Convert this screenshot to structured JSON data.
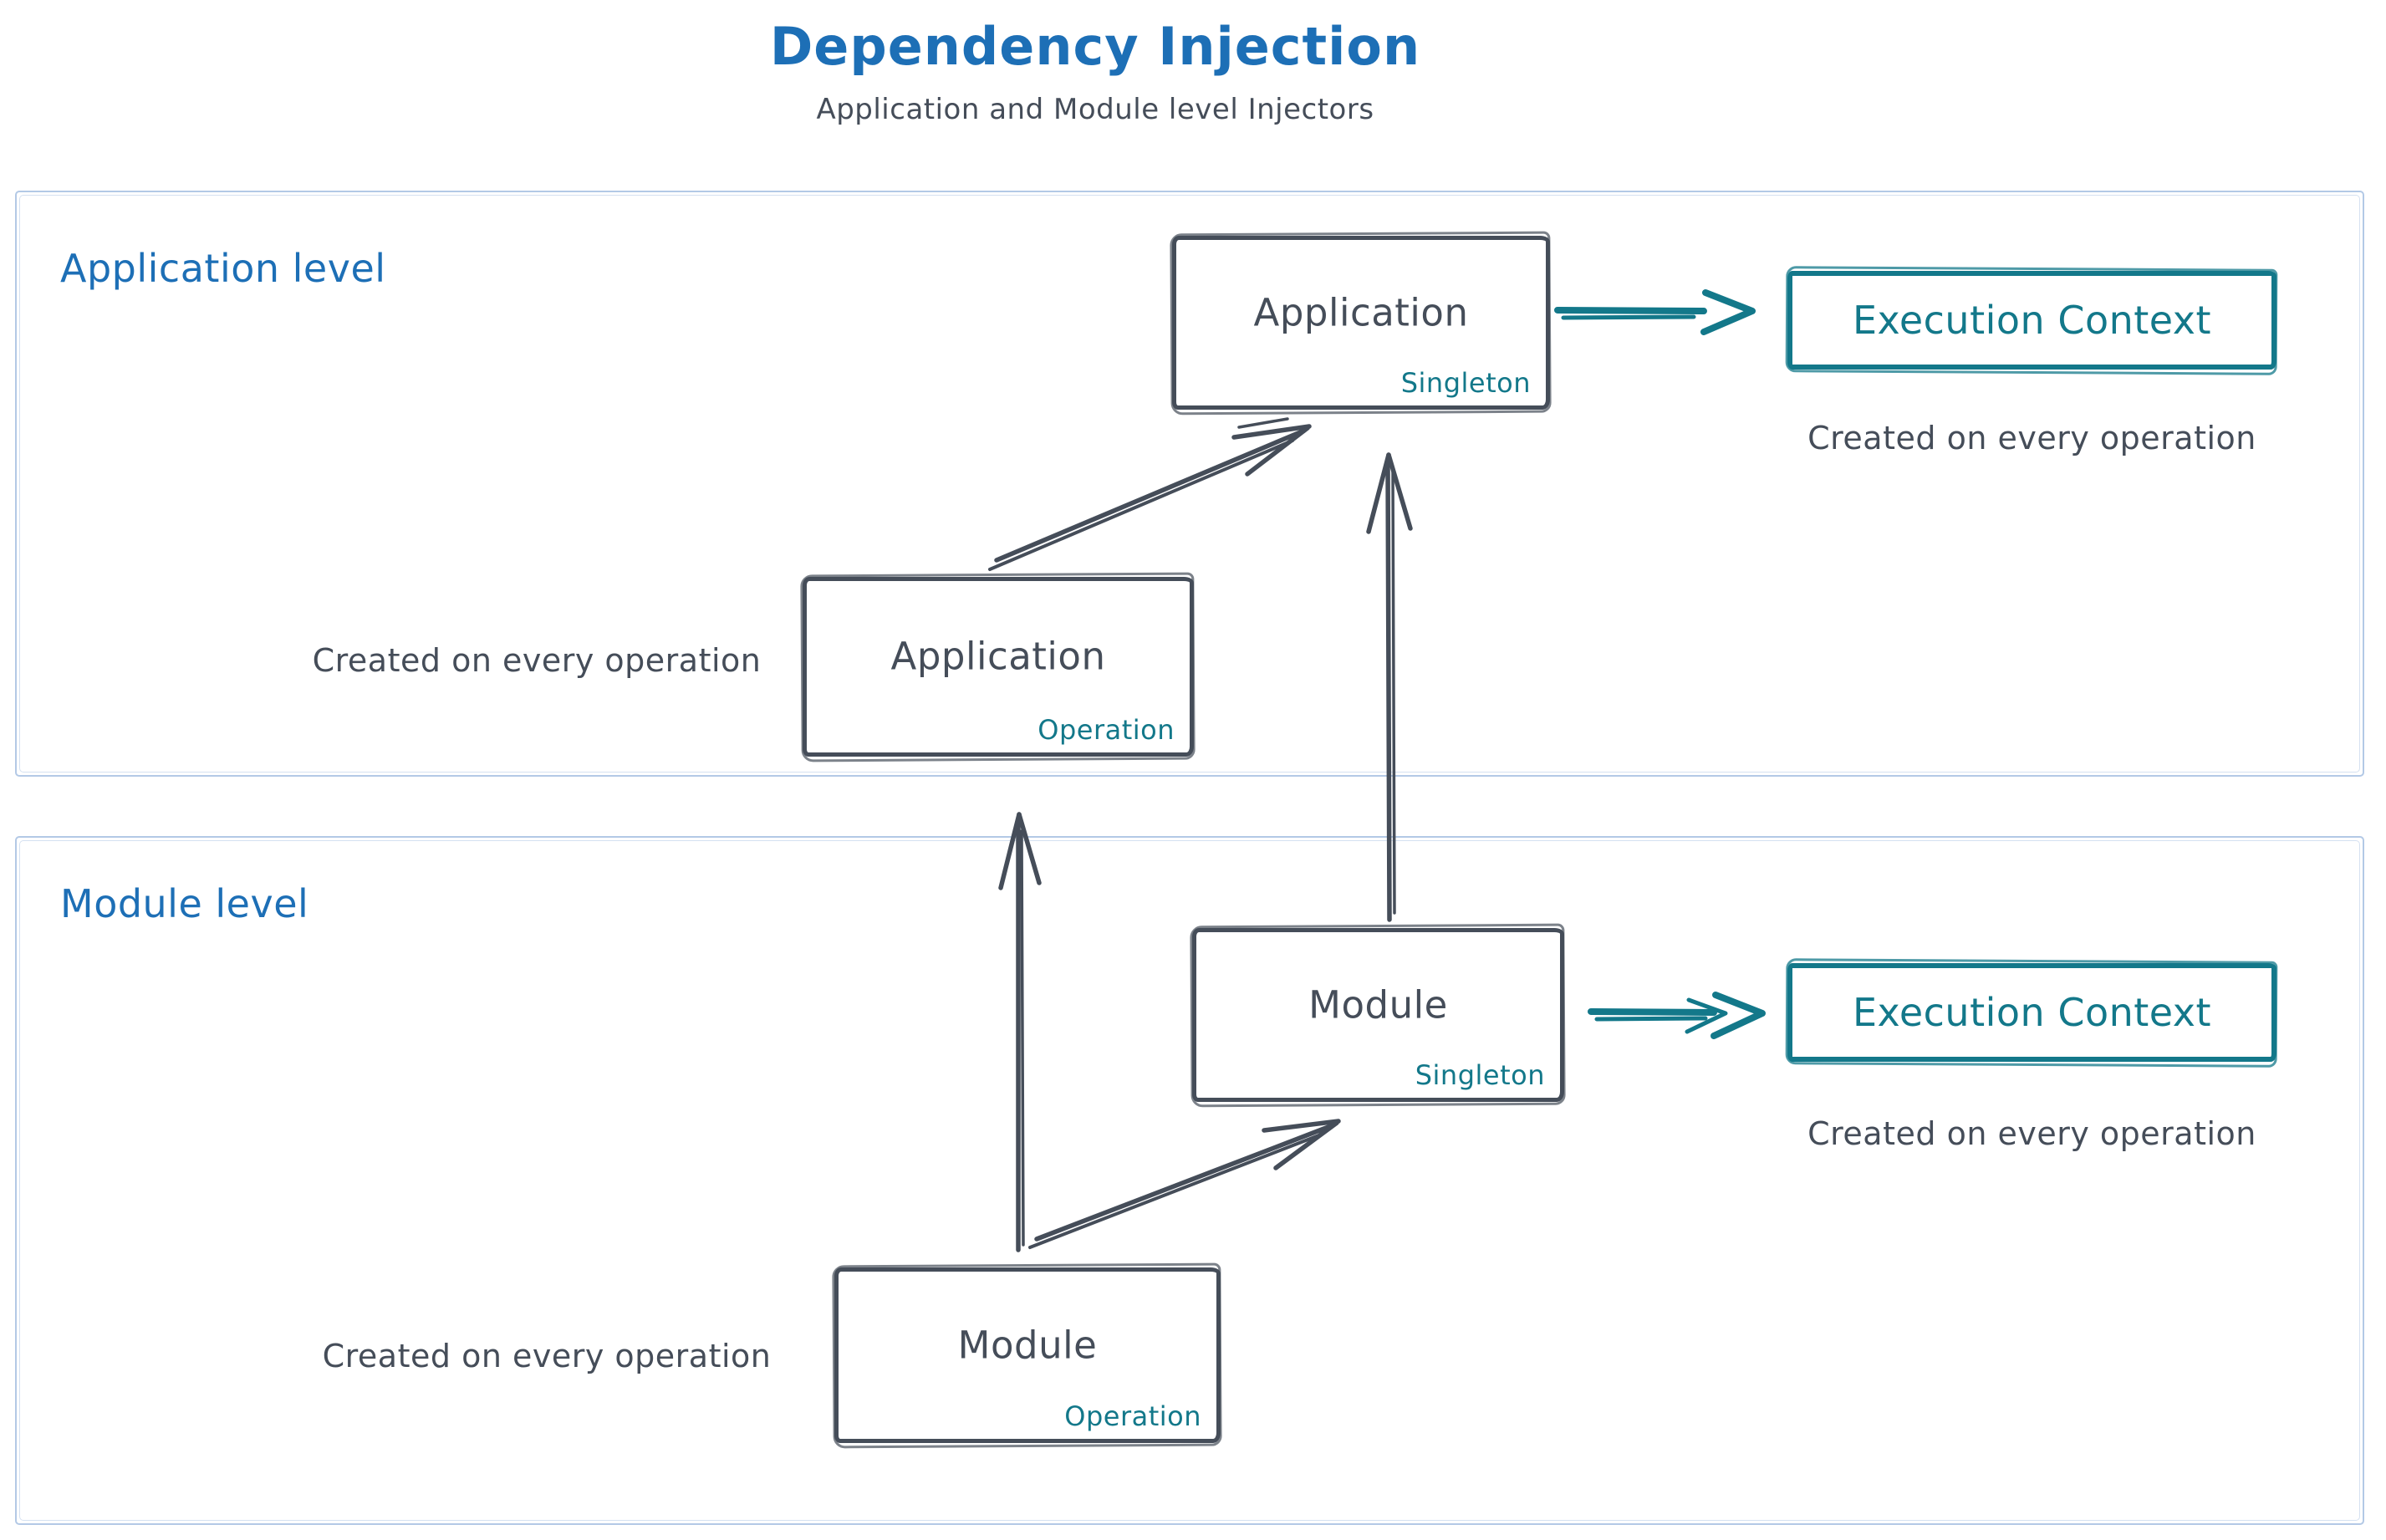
{
  "title": "Dependency Injection",
  "subtitle": "Application and Module level Injectors",
  "colors": {
    "blue": "#1d6fb6",
    "teal": "#13788a",
    "ink": "#454d59",
    "section_border": "#b3c9e6"
  },
  "application": {
    "label": "Application level",
    "singleton": {
      "name": "Application",
      "scope": "Singleton"
    },
    "operation": {
      "name": "Application",
      "scope": "Operation"
    },
    "execution_context": "Execution Context",
    "execution_note": "Created on every operation",
    "operation_note": "Created on every operation"
  },
  "module": {
    "label": "Module level",
    "singleton": {
      "name": "Module",
      "scope": "Singleton"
    },
    "operation": {
      "name": "Module",
      "scope": "Operation"
    },
    "execution_context": "Execution Context",
    "execution_note": "Created on every operation",
    "operation_note": "Created on every operation"
  },
  "edges": [
    {
      "from": "application-operation",
      "to": "application-singleton"
    },
    {
      "from": "module-singleton",
      "to": "application-singleton"
    },
    {
      "from": "module-operation",
      "to": "application-operation"
    },
    {
      "from": "module-operation",
      "to": "module-singleton"
    },
    {
      "from": "application-singleton",
      "to": "application-execution-context"
    },
    {
      "from": "module-singleton",
      "to": "module-execution-context"
    }
  ]
}
